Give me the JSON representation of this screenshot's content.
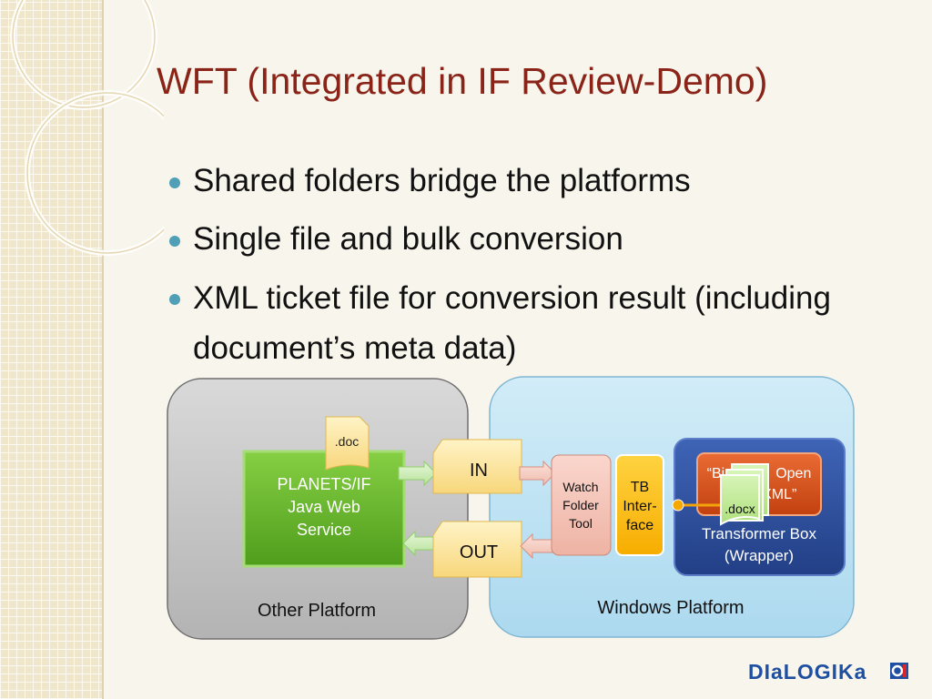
{
  "title": "WFT (Integrated in IF Review-Demo)",
  "bullets": [
    "Shared folders bridge the platforms",
    "Single file and bulk conversion",
    "XML ticket file for conversion result (including document’s meta data)"
  ],
  "diagram": {
    "other_platform": "Other Platform",
    "windows_platform": "Windows Platform",
    "doc_label": ".doc",
    "planets_line1": "PLANETS/IF",
    "planets_line2": "Java Web",
    "planets_line3": "Service",
    "in_label": "IN",
    "out_label": "OUT",
    "watch_line1": "Watch",
    "watch_line2": "Folder",
    "watch_line3": "Tool",
    "tb_line1": "TB",
    "tb_line2": "Inter-",
    "tb_line3": "face",
    "binary_line1": "“Binary → Open",
    "binary_line2": "O…XML”",
    "docx_label": ".docx",
    "transformer_line1": "Transformer Box",
    "transformer_line2": "(Wrapper)"
  },
  "logo": {
    "text": "DIaLOGIKa"
  },
  "colors": {
    "title": "#8a2418",
    "bullet": "#4f9fb6",
    "planets_green": "#6cbd2e",
    "folder_yellow": "#fce7a4",
    "watch_pink": "#f4c6bb",
    "tb_orange": "#ffc20e",
    "transformer_blue": "#2e4e9c",
    "binary_red": "#d9531e",
    "windows_bg": "#bfe3f4",
    "other_bg": "#c4c4c4",
    "logo_blue": "#1f4fa0"
  }
}
